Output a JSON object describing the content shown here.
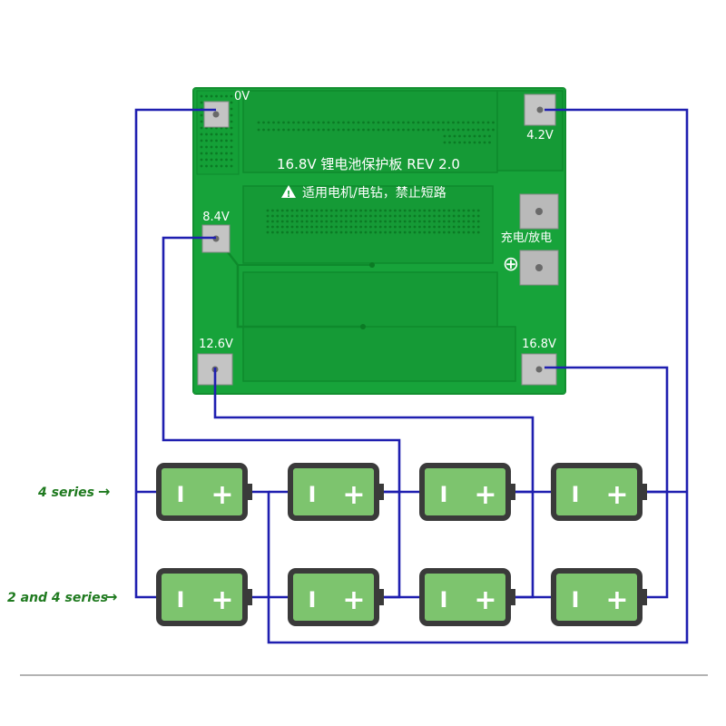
{
  "board": {
    "title": "16.8V 锂电池保护板 REV 2.0",
    "warning": "适用电机/电钻，禁止短路",
    "charge_label": "充电/放电",
    "minus_symbol": "⊖",
    "plus_symbol": "⊕",
    "pad_0v": "0V",
    "pad_4_2v": "4.2V",
    "pad_8_4v": "8.4V",
    "pad_12_6v": "12.6V",
    "pad_16_8v": "16.8V"
  },
  "battery": {
    "minus": "I",
    "plus": "+"
  },
  "labels": {
    "row1": "4 series",
    "row2": "2 and 4 series",
    "arrow": "→"
  },
  "colors": {
    "pcb": "#17a33a",
    "pcb_dark": "#0e8a2c",
    "wire": "#1f1fb0",
    "battery_fill": "#7dc46e",
    "battery_border": "#3a3a3a",
    "label_green": "#1f7a1f"
  }
}
